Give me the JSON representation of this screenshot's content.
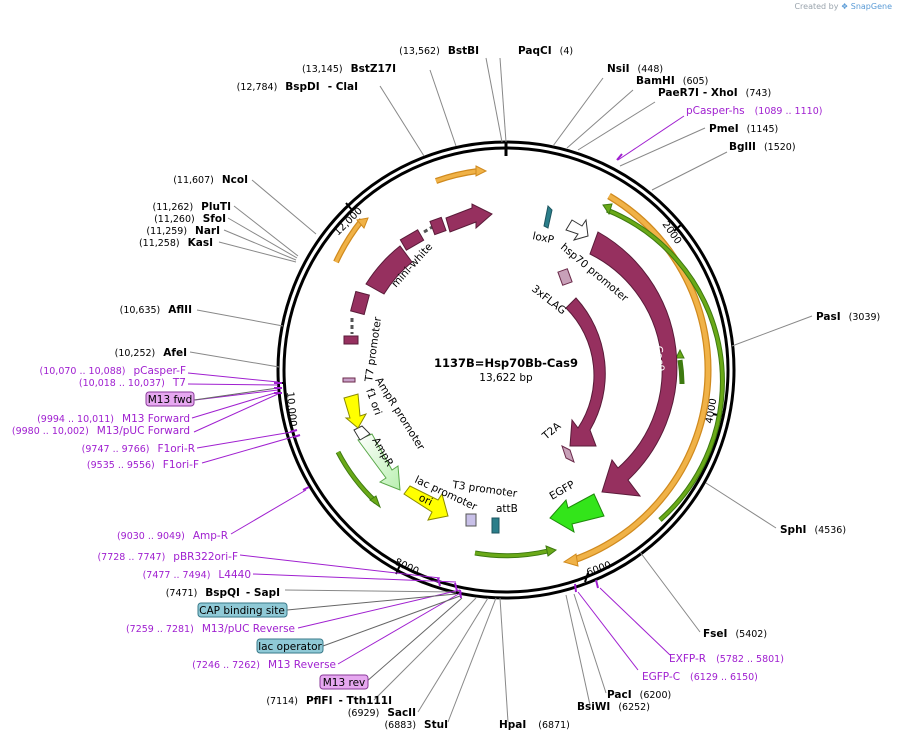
{
  "credit": {
    "prefix": "Created by",
    "brand": "SnapGene"
  },
  "plasmid": {
    "name": "1137B=Hsp70Bb-Cas9",
    "size_label": "13,622 bp"
  },
  "tick_labels": [
    "2000",
    "4000",
    "6000",
    "8000",
    "10,000",
    "12,000"
  ],
  "sites": [
    {
      "name": "PaqCI",
      "pos": "(4)"
    },
    {
      "name": "NsiI",
      "pos": "(448)"
    },
    {
      "name": "BamHI",
      "pos": "(605)"
    },
    {
      "name": "PaeR7I",
      "extra": "- XhoI",
      "pos": "(743)"
    },
    {
      "name": "PmeI",
      "pos": "(1145)"
    },
    {
      "name": "BglII",
      "pos": "(1520)"
    },
    {
      "name": "PasI",
      "pos": "(3039)"
    },
    {
      "name": "SphI",
      "pos": "(4536)"
    },
    {
      "name": "FseI",
      "pos": "(5402)"
    },
    {
      "name": "PacI",
      "pos": "(6200)"
    },
    {
      "name": "BsiWI",
      "pos": "(6252)"
    },
    {
      "name": "HpaI",
      "pos": "(6871)"
    },
    {
      "name": "StuI",
      "pos": "(6883)"
    },
    {
      "name": "SacII",
      "pos": "(6929)"
    },
    {
      "name": "PflFI",
      "extra": "- Tth111I",
      "pos": "(7114)"
    },
    {
      "name": "BspQI",
      "extra": "- SapI",
      "pos": "(7471)"
    },
    {
      "name": "AfeI",
      "pos": "(10,252)"
    },
    {
      "name": "AflII",
      "pos": "(10,635)"
    },
    {
      "name": "KasI",
      "pos": "(11,258)"
    },
    {
      "name": "NarI",
      "pos": "(11,259)"
    },
    {
      "name": "SfoI",
      "pos": "(11,260)"
    },
    {
      "name": "PluTI",
      "pos": "(11,262)"
    },
    {
      "name": "NcoI",
      "pos": "(11,607)"
    },
    {
      "name": "BspDI",
      "extra": "- ClaI",
      "pos": "(12,784)"
    },
    {
      "name": "BstZ17I",
      "pos": "(13,145)"
    },
    {
      "name": "BstBI",
      "pos": "(13,562)"
    }
  ],
  "primers": [
    {
      "name": "pCasper-hs",
      "pos": "(1089 .. 1110)"
    },
    {
      "name": "EXFP-R",
      "pos": "(5782 .. 5801)"
    },
    {
      "name": "EGFP-C",
      "pos": "(6129 .. 6150)"
    },
    {
      "name": "pCasper-F",
      "pos": "(10,070 .. 10,088)"
    },
    {
      "name": "T7",
      "pos": "(10,018 .. 10,037)"
    },
    {
      "name": "M13 Forward",
      "pos": "(9994 .. 10,011)"
    },
    {
      "name": "M13/pUC Forward",
      "pos": "(9980 .. 10,002)"
    },
    {
      "name": "F1ori-R",
      "pos": "(9747 .. 9766)"
    },
    {
      "name": "F1ori-F",
      "pos": "(9535 .. 9556)"
    },
    {
      "name": "Amp-R",
      "pos": "(9030 .. 9049)"
    },
    {
      "name": "pBR322ori-F",
      "pos": "(7728 .. 7747)"
    },
    {
      "name": "L4440",
      "pos": "(7477 .. 7494)"
    },
    {
      "name": "M13/pUC Reverse",
      "pos": "(7259 .. 7281)"
    },
    {
      "name": "M13 Reverse",
      "pos": "(7246 .. 7262)"
    }
  ],
  "boxed_labels": [
    {
      "name": "M13 fwd",
      "color": "#e6a8f0"
    },
    {
      "name": "CAP binding site",
      "color": "#8fc9d6"
    },
    {
      "name": "lac operator",
      "color": "#8fc9d6"
    },
    {
      "name": "M13 rev",
      "color": "#e6a8f0"
    }
  ],
  "features": [
    {
      "name": "loxP"
    },
    {
      "name": "hsp70 promoter"
    },
    {
      "name": "3xFLAG"
    },
    {
      "name": "Cas9"
    },
    {
      "name": "Cas9"
    },
    {
      "name": "T2A"
    },
    {
      "name": "EGFP"
    },
    {
      "name": "attB"
    },
    {
      "name": "T3 promoter"
    },
    {
      "name": "lac promoter"
    },
    {
      "name": "ori"
    },
    {
      "name": "AmpR"
    },
    {
      "name": "AmpR promoter"
    },
    {
      "name": "f1 ori"
    },
    {
      "name": "T7 promoter"
    },
    {
      "name": "mini-white"
    }
  ],
  "colors": {
    "cds": "#96305f",
    "orf": "#f0b247",
    "orf_outline": "#d08a1e",
    "green_arrow": "#6aa918",
    "ori": "#ffff00",
    "egfp": "#33e51a",
    "promoter": "#ffffff",
    "primer": "#a020d0",
    "ampr": "#c8f5c0",
    "attB": "#2b7e8a"
  }
}
